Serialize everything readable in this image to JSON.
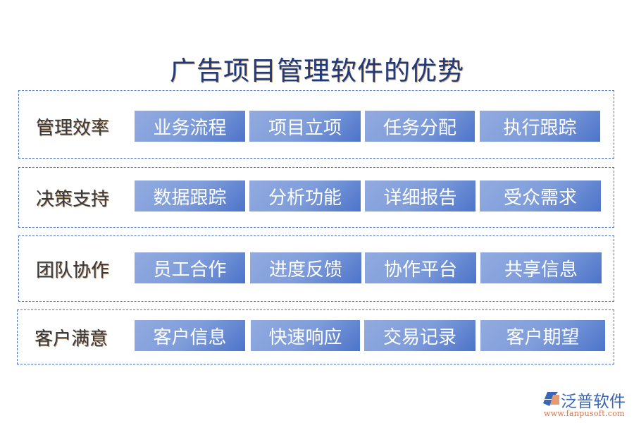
{
  "title": "广告项目管理软件的优势",
  "colors": {
    "title": "#1f3a78",
    "border": "#4a72c2",
    "button_light": "#92abe0",
    "button_dark": "#4d74ca",
    "button_text": "#ffffff",
    "label_text": "#3a3a3a"
  },
  "groups": [
    {
      "label": "管理效率",
      "items": [
        "业务流程",
        "项目立项",
        "任务分配",
        "执行跟踪"
      ]
    },
    {
      "label": "决策支持",
      "items": [
        "数据跟踪",
        "分析功能",
        "详细报告",
        "受众需求"
      ]
    },
    {
      "label": "团队协作",
      "items": [
        "员工合作",
        "进度反馈",
        "协作平台",
        "共享信息"
      ]
    },
    {
      "label": "客户满意",
      "items": [
        "客户信息",
        "快速响应",
        "交易记录",
        "客户期望"
      ]
    }
  ],
  "logo": {
    "name": "泛普软件",
    "url": "www.fanpusoft.com"
  }
}
